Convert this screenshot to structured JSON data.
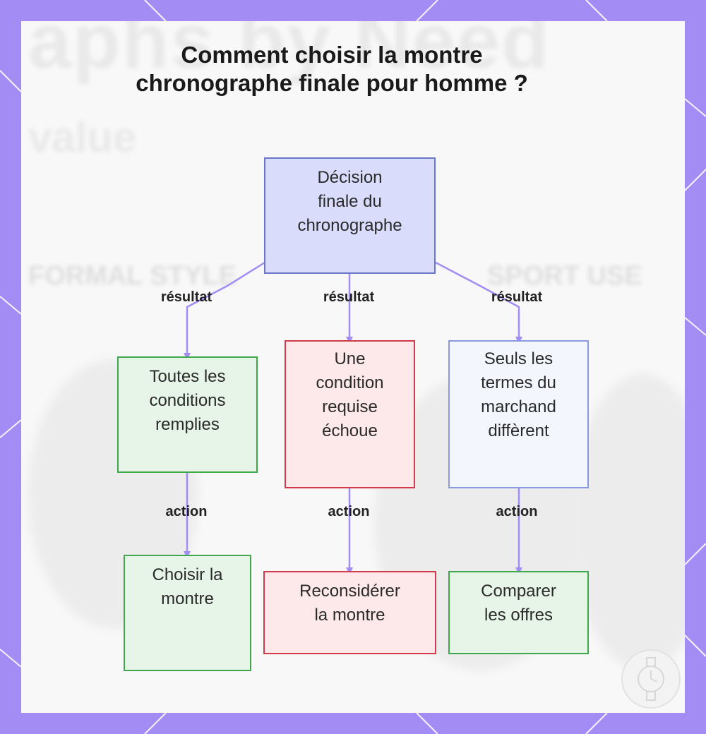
{
  "title": {
    "line1": "Comment choisir la montre",
    "line2": "chronographe finale pour homme ?"
  },
  "background_text": {
    "headline": "aphs by Need",
    "sub": "value",
    "left_label": "FORMAL STYLE",
    "right_label": "SPORT USE"
  },
  "nodes": {
    "root": [
      "Décision",
      "finale du",
      "chronographe"
    ],
    "all_met": [
      "Toutes les",
      "conditions",
      "remplies"
    ],
    "one_fails": [
      "Une",
      "condition",
      "requise",
      "échoue"
    ],
    "terms_differ": [
      "Seuls les",
      "termes du",
      "marchand",
      "diffèrent"
    ],
    "choose": [
      "Choisir la",
      "montre"
    ],
    "reconsider": [
      "Reconsidérer",
      "la montre"
    ],
    "compare": [
      "Comparer",
      "les offres"
    ]
  },
  "edge_labels": {
    "result": "résultat",
    "action": "action"
  },
  "colors": {
    "frame": "#a38cf4",
    "edge": "#a38cf4",
    "root_fill": "#d9dcfb",
    "root_border": "#6a77c8",
    "green_fill": "#e7f4e8",
    "green_border": "#3ea84a",
    "red_fill": "#fde8ea",
    "red_border": "#d33a4a",
    "pale_fill": "#f4f6fd",
    "pale_border": "#8a9ae0"
  }
}
